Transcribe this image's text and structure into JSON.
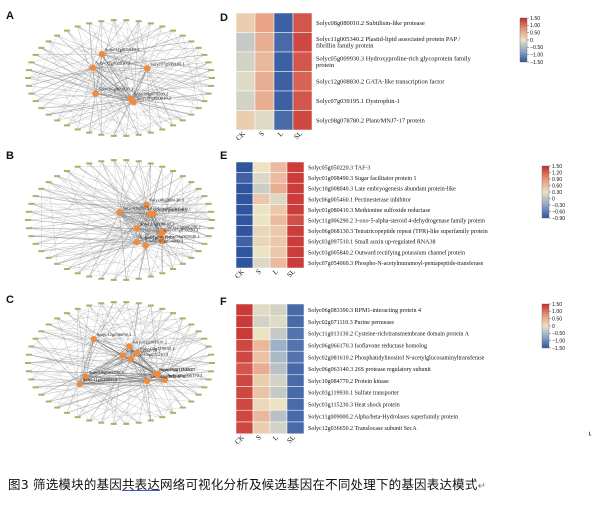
{
  "panels": {
    "A": "A",
    "B": "B",
    "C": "C",
    "D": "D",
    "E": "E",
    "F": "F"
  },
  "heatmap_columns": [
    "CK",
    "S",
    "L",
    "SL"
  ],
  "networks": {
    "A": {
      "labels": [
        "Solyc08g080010.2",
        "Solyc11g005340.2",
        "Solyc05g009930.3",
        "Solyc12g008830.2",
        "Solyc07g039195.1",
        "Solyc08g078780.2"
      ]
    },
    "B": {
      "labels": [
        "Solyc10g008040.3",
        "Solyc11g006290.2",
        "Solyc01g098490.3",
        "Solyc05g050220.3",
        "Solyc01g080410.3",
        "Solyc06g068130.3",
        "Solyc06g005460.1",
        "Solyc03g097510.1",
        "Solyc03g005840.2",
        "Solyc07g054060.3"
      ]
    },
    "C": {
      "labels": [
        "Solyc06g083390.3",
        "Solyc02g071110.3",
        "Solyc11g013130.2",
        "Solyc06g066170.3",
        "Solyc02g081610.2",
        "Solyc06g063140.3",
        "Solyc10g084770.2",
        "Solyc03g119930.1",
        "Solyc03g115230.3",
        "Solyc11g009000.2",
        "Solyc12g036650.2"
      ]
    }
  },
  "heatmaps": {
    "D": {
      "legend_ticks": [
        "1.50",
        "1.00",
        "0.50",
        "0",
        "−0.50",
        "−1.00",
        "−1.50"
      ],
      "rows": [
        {
          "label": "Solyc08g080010.2 Subtilisin-like protease",
          "values": [
            0.2,
            0.6,
            -1.4,
            1.2
          ]
        },
        {
          "label": "Solyc11g005340.2 Plastid-lipid associated protein PAP / fibrillin family protein",
          "values": [
            -0.3,
            0.5,
            -1.3,
            1.3
          ]
        },
        {
          "label": "Solyc05g009930.3 Hydroxyproline-rich glycoprotein family protein",
          "values": [
            -0.2,
            0.4,
            -1.4,
            1.2
          ]
        },
        {
          "label": "Solyc12g008830.2 GATA-like transcription factor",
          "values": [
            -0.1,
            0.5,
            -1.4,
            1.1
          ]
        },
        {
          "label": "Solyc07g039195.1 Dystrophin-1",
          "values": [
            -0.2,
            0.5,
            -1.4,
            1.2
          ]
        },
        {
          "label": "Solyc08g078780.2 Plant/MNJ7-17 protein",
          "values": [
            0.2,
            -0.1,
            -1.3,
            1.3
          ]
        }
      ]
    },
    "E": {
      "legend_ticks": [
        "1.50",
        "1.20",
        "0.90",
        "0.60",
        "0.30",
        "0",
        "−0.30",
        "−0.60",
        "−0.90"
      ],
      "rows": [
        {
          "label": "Solyc05g050220.3 TAF-3",
          "values": [
            -0.9,
            0.3,
            0.6,
            1.4
          ]
        },
        {
          "label": "Solyc01g098490.3 Sugar facilitator protein 1",
          "values": [
            -0.8,
            0.2,
            0.6,
            1.4
          ]
        },
        {
          "label": "Solyc10g008040.3 Late embryogenesis abundant protein-like",
          "values": [
            -0.9,
            0.1,
            0.7,
            1.4
          ]
        },
        {
          "label": "Solyc06g005460.1 Pectinesterase inhibitor",
          "values": [
            -0.9,
            0.5,
            0.2,
            1.4
          ]
        },
        {
          "label": "Solyc01g080410.3 Methionine sulfoxide reductase",
          "values": [
            -0.9,
            0.3,
            0.5,
            1.4
          ]
        },
        {
          "label": "Solyc11g006290.2 3-oxo-5-alpha-steroid 4-dehydrogenase family protein",
          "values": [
            -0.9,
            0.3,
            0.6,
            1.3
          ]
        },
        {
          "label": "Solyc06g068130.3 Tetratricopeptide repeat (TPR)-like superfamily protein",
          "values": [
            -0.9,
            0.4,
            0.5,
            1.4
          ]
        },
        {
          "label": "Solyc03g097510.1 Small auxin up-regulated RNA38",
          "values": [
            -0.8,
            0.4,
            0.5,
            1.4
          ]
        },
        {
          "label": "Solyc03g005840.2 Outward rectifying potassium channel protein",
          "values": [
            -0.9,
            0.3,
            0.5,
            1.4
          ]
        },
        {
          "label": "Solyc07g054060.3 Phospho-N-acetylmuramoyl-pentapeptide-transferase",
          "values": [
            -0.9,
            0.2,
            0.6,
            1.4
          ]
        }
      ]
    },
    "F": {
      "legend_ticks": [
        "1.50",
        "1.00",
        "0.50",
        "0",
        "−0.50",
        "−1.00",
        "−1.50"
      ],
      "rows": [
        {
          "label": "Solyc06g083390.3 RPM1-interacting protein 4",
          "values": [
            1.4,
            -0.1,
            -0.2,
            -1.3
          ]
        },
        {
          "label": "Solyc02g071110.3 Purine permease",
          "values": [
            1.4,
            -0.2,
            -0.1,
            -1.3
          ]
        },
        {
          "label": "Solyc11g013130.2 Cysteine-rich/transmembrane domain protein A",
          "values": [
            1.4,
            0.0,
            -0.3,
            -1.2
          ]
        },
        {
          "label": "Solyc06g066170.3 Isoflavone reductase homolog",
          "values": [
            1.3,
            0.4,
            -0.6,
            -1.2
          ]
        },
        {
          "label": "Solyc02g081610.2 Phosphatidylinositol N-acetylglucosaminyltransferase",
          "values": [
            1.3,
            0.3,
            -0.5,
            -1.2
          ]
        },
        {
          "label": "Solyc06g063140.3 26S protease regulatory subunit",
          "values": [
            1.2,
            0.5,
            -0.4,
            -1.3
          ]
        },
        {
          "label": "Solyc10g084770.2 Protein kinase",
          "values": [
            1.3,
            0.2,
            -0.2,
            -1.3
          ]
        },
        {
          "label": "Solyc03g119930.1 Sulfate transporter",
          "values": [
            1.3,
            0.3,
            -0.3,
            -1.3
          ]
        },
        {
          "label": "Solyc03g115230.3 Heat shock protein",
          "values": [
            1.3,
            0.1,
            0.0,
            -1.3
          ]
        },
        {
          "label": "Solyc11g009000.2 Alpha/beta-Hydrolases superfamily protein",
          "values": [
            1.3,
            0.4,
            -0.4,
            -1.3
          ]
        },
        {
          "label": "Solyc12g036650.2 Translocase subunit SecA",
          "values": [
            1.3,
            0.2,
            -0.2,
            -1.3
          ]
        }
      ]
    }
  },
  "caption": {
    "part1": "图3 筛选模块的基因",
    "underlined": "共表达",
    "part2": "网络可视化分析及候选基因在不同处理下的基因表达模式"
  },
  "edit_marks": {
    "return": "↵",
    "cursor": "⸤"
  }
}
